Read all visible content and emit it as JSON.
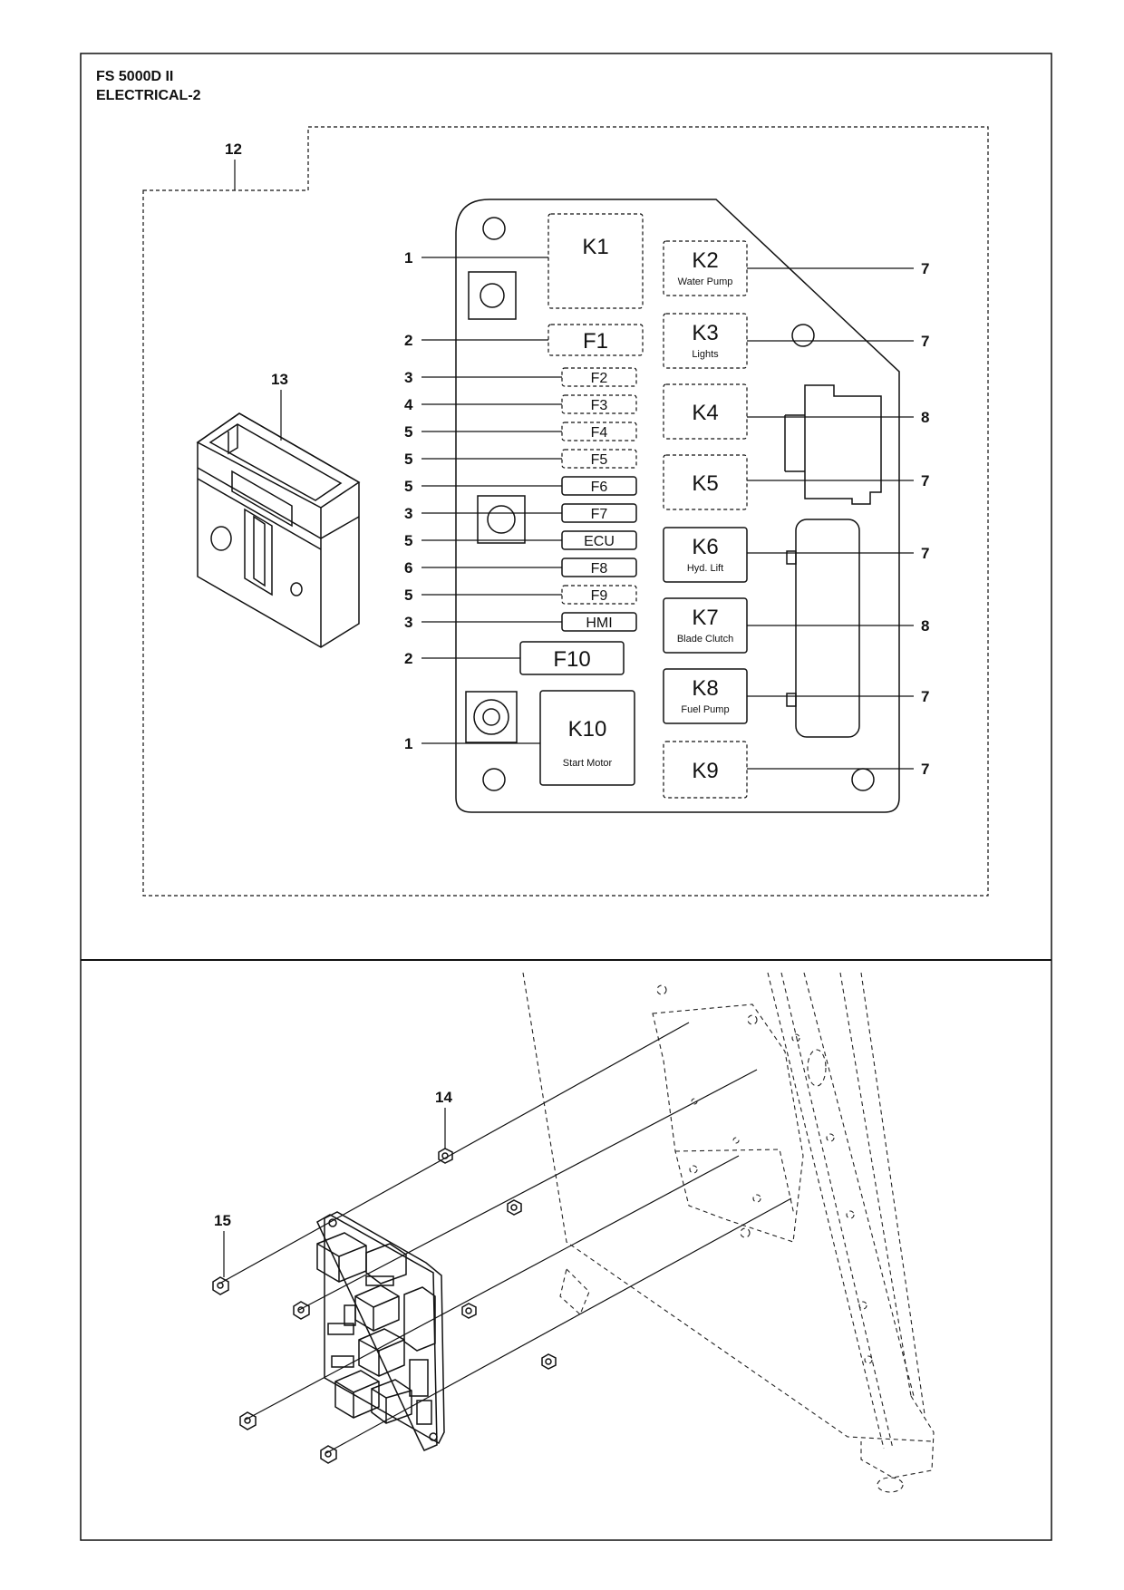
{
  "header": {
    "model": "FS 5000D II",
    "section": "ELECTRICAL-2"
  },
  "top_panel": {
    "assembly_callout": "12",
    "box_callout": "13",
    "fuse_box": {
      "relays": [
        {
          "code": "K1",
          "sub": "",
          "style": "dashed",
          "callout": "1"
        },
        {
          "code": "K2",
          "sub": "Water Pump",
          "style": "dashed",
          "callout": "7"
        },
        {
          "code": "K3",
          "sub": "Lights",
          "style": "dashed",
          "callout": "7"
        },
        {
          "code": "K4",
          "sub": "",
          "style": "dashed",
          "callout": "8"
        },
        {
          "code": "K5",
          "sub": "",
          "style": "dashed",
          "callout": "7"
        },
        {
          "code": "K6",
          "sub": "Hyd. Lift",
          "style": "solid",
          "callout": "7"
        },
        {
          "code": "K7",
          "sub": "Blade Clutch",
          "style": "solid",
          "callout": "8"
        },
        {
          "code": "K8",
          "sub": "Fuel Pump",
          "style": "solid",
          "callout": "7"
        },
        {
          "code": "K9",
          "sub": "",
          "style": "dashed",
          "callout": "7"
        },
        {
          "code": "K10",
          "sub": "Start Motor",
          "style": "solid",
          "callout": "1"
        }
      ],
      "fuses": [
        {
          "code": "F1",
          "style": "dashed",
          "callout": "2"
        },
        {
          "code": "F2",
          "style": "dashed",
          "callout": "3"
        },
        {
          "code": "F3",
          "style": "dashed",
          "callout": "4"
        },
        {
          "code": "F4",
          "style": "dashed",
          "callout": "5"
        },
        {
          "code": "F5",
          "style": "dashed",
          "callout": "5"
        },
        {
          "code": "F6",
          "style": "solid",
          "callout": "5"
        },
        {
          "code": "F7",
          "style": "solid",
          "callout": "3"
        },
        {
          "code": "ECU",
          "style": "solid",
          "callout": "5"
        },
        {
          "code": "F8",
          "style": "solid",
          "callout": "6"
        },
        {
          "code": "F9",
          "style": "dashed",
          "callout": "5"
        },
        {
          "code": "HMI",
          "style": "solid",
          "callout": "3"
        },
        {
          "code": "F10",
          "style": "solid",
          "callout": "2"
        }
      ]
    }
  },
  "bottom_panel": {
    "callouts": [
      "14",
      "15"
    ]
  }
}
